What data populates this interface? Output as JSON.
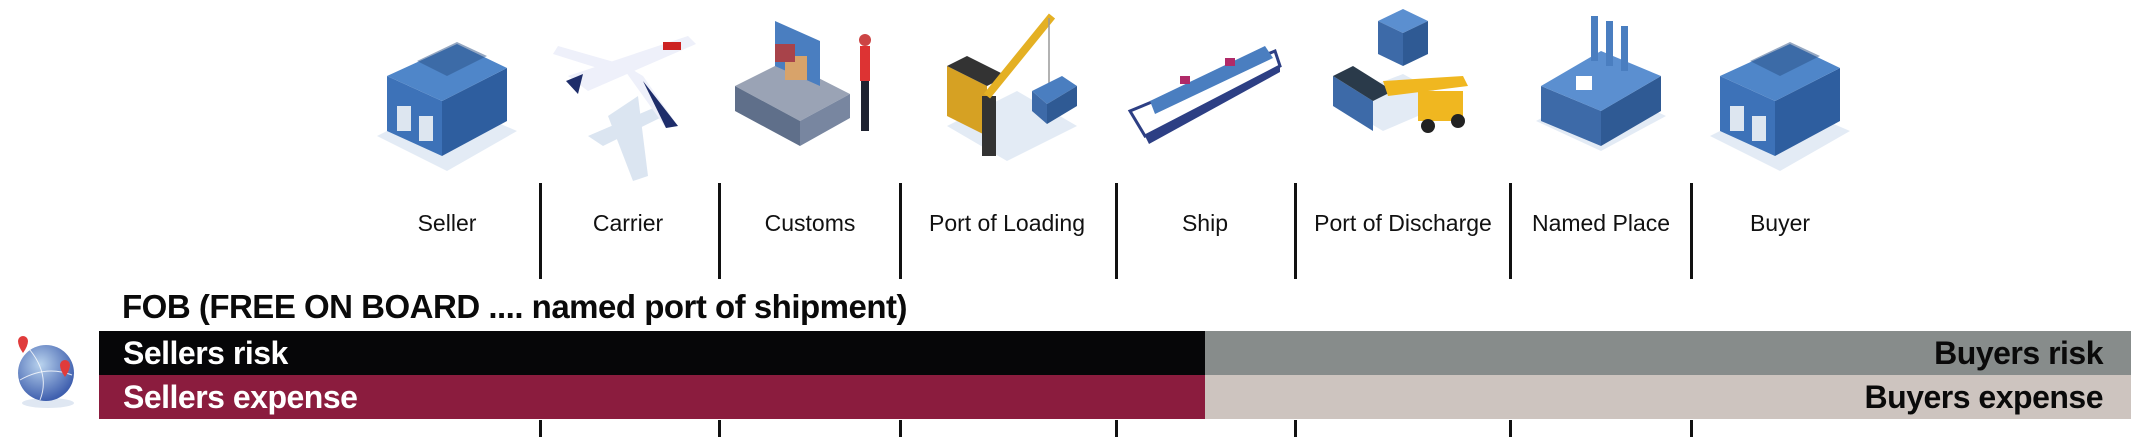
{
  "stages": [
    {
      "label": "Seller",
      "icon": "warehouse-icon"
    },
    {
      "label": "Carrier",
      "icon": "airplane-icon"
    },
    {
      "label": "Customs",
      "icon": "customs-scanner-icon"
    },
    {
      "label": "Port of Loading",
      "icon": "port-crane-icon"
    },
    {
      "label": "Ship",
      "icon": "cargo-ship-icon"
    },
    {
      "label": "Port of Discharge",
      "icon": "container-loader-icon"
    },
    {
      "label": "Named Place",
      "icon": "factory-icon"
    },
    {
      "label": "Buyer",
      "icon": "warehouse-icon"
    }
  ],
  "title": "FOB (FREE ON BOARD .... named port of shipment)",
  "bars": {
    "sellers_risk": "Sellers risk",
    "sellers_expense": "Sellers expense",
    "buyers_risk": "Buyers risk",
    "buyers_expense": "Buyers expense"
  },
  "colors": {
    "sellers_risk": "#060608",
    "sellers_expense": "#8b1c3e",
    "buyers_risk": "#878c8b",
    "buyers_expense": "#cdc4bf"
  }
}
